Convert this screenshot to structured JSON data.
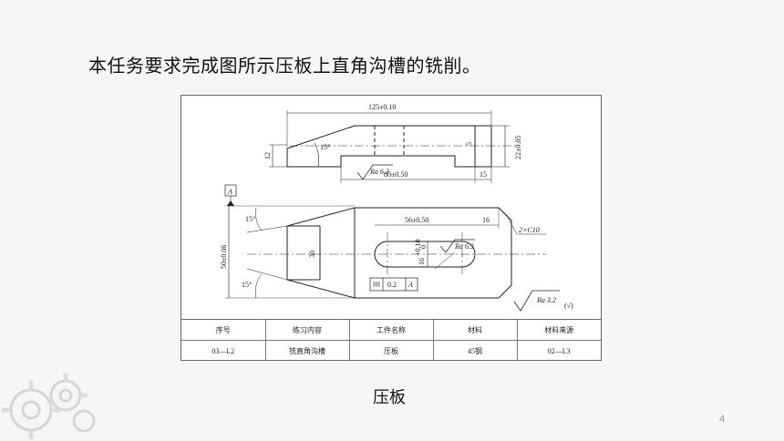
{
  "heading": "本任务要求完成图所示压板上直角沟槽的铣削。",
  "caption": "压板",
  "page_number": "4",
  "drawing": {
    "top_view": {
      "length": "125±0.10",
      "height_right": "22±0.05",
      "left_height": "12",
      "angle": "15°",
      "step_depth": "5",
      "groove_offset": "80±0.50",
      "right_step": "15",
      "roughness": "Ra 6.3"
    },
    "plan_view": {
      "datum": "A",
      "width": "50±0.06",
      "left_width": "30",
      "angle_top": "15°",
      "angle_bottom": "15°",
      "slot_length": "56±0.50",
      "slot_offset": "16",
      "chamfer": "2×C10",
      "slot_width": "16",
      "slot_tol_upper": "+0.10",
      "slot_tol_lower": "0",
      "roughness": "Ra 6.3",
      "tolerance_value": "0.2",
      "tolerance_datum": "A"
    },
    "general_roughness": "Ra 3.2",
    "general_roughness_note": "(√)"
  },
  "table": {
    "headers": [
      "序号",
      "练习内容",
      "工件名称",
      "材料",
      "材料来源"
    ],
    "row": [
      "03—L2",
      "铣直角沟槽",
      "压板",
      "45钢",
      "02—L3"
    ]
  }
}
